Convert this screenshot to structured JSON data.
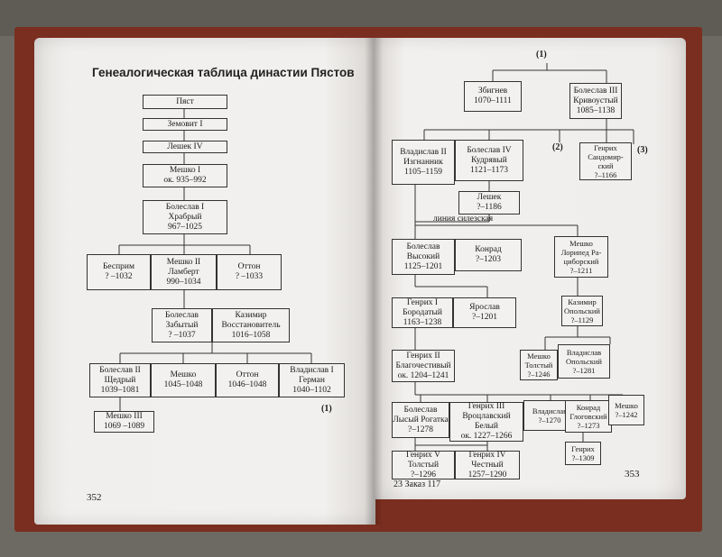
{
  "title": "Генеалогическая таблица династии Пястов",
  "page_numbers": {
    "left": "352",
    "right": "353"
  },
  "footer_right": "23 Заказ  117",
  "markers": {
    "top": "(1)",
    "left_bottom": "(1)",
    "m2": "(2)",
    "m3": "(3)"
  },
  "line_label": "линия  силезская",
  "left_boxes": [
    {
      "id": "piast",
      "lines": [
        "Пяст"
      ]
    },
    {
      "id": "zemovit",
      "lines": [
        "Земовит I"
      ]
    },
    {
      "id": "leshek4",
      "lines": [
        "Лешек IV"
      ]
    },
    {
      "id": "meshko1",
      "lines": [
        "Мешко I",
        "ок. 935–992"
      ]
    },
    {
      "id": "boleslav1",
      "lines": [
        "Болеслав I",
        "Храбрый",
        "967–1025"
      ]
    },
    {
      "id": "besprim",
      "lines": [
        "Бесприм",
        "? –1032"
      ]
    },
    {
      "id": "meshko2",
      "lines": [
        "Мешко II",
        "Ламберт",
        "990–1034"
      ]
    },
    {
      "id": "otton",
      "lines": [
        "Оттон",
        "? –1033"
      ]
    },
    {
      "id": "boleslav_z",
      "lines": [
        "Болеслав",
        "Забытый",
        "? –1037"
      ]
    },
    {
      "id": "kazimir",
      "lines": [
        "Казимир",
        "Восстановитель",
        "1016–1058"
      ]
    },
    {
      "id": "boleslav2",
      "lines": [
        "Болеслав II",
        "Щедрый",
        "1039–1081"
      ]
    },
    {
      "id": "meshko_b",
      "lines": [
        "Мешко",
        "1045–1048"
      ]
    },
    {
      "id": "otton2",
      "lines": [
        "Оттон",
        "1046–1048"
      ]
    },
    {
      "id": "vladislav1",
      "lines": [
        "Владислав I",
        "Герман",
        "1040–1102"
      ]
    },
    {
      "id": "meshko3",
      "lines": [
        "Мешко III",
        "1069 –1089"
      ]
    }
  ],
  "right_boxes": [
    {
      "id": "zbignev",
      "lines": [
        "Збигнев",
        "1070–1111"
      ]
    },
    {
      "id": "boleslav3",
      "lines": [
        "Болеслав III",
        "Кривоустый",
        "1085–1138"
      ]
    },
    {
      "id": "vladislav2",
      "lines": [
        "Владислав II",
        "Изгнанник",
        "1105–1159"
      ]
    },
    {
      "id": "boleslav4",
      "lines": [
        "Болеслав IV",
        "Кудрявый",
        "1121–1173"
      ]
    },
    {
      "id": "genrih_s",
      "lines": [
        "Генрих",
        "Сандомир-",
        "ский",
        "?–1166"
      ]
    },
    {
      "id": "leshek",
      "lines": [
        "Лешек",
        "?–1186"
      ]
    },
    {
      "id": "boleslav_v",
      "lines": [
        "Болеслав",
        "Высокий",
        "1125–1201"
      ]
    },
    {
      "id": "konrad",
      "lines": [
        "Конрад",
        "?–1203"
      ]
    },
    {
      "id": "meshko_r",
      "lines": [
        "Мешко",
        "Лорипед Ра-",
        "циборский",
        "?–1211"
      ]
    },
    {
      "id": "genrih1",
      "lines": [
        "Генрих I",
        "Бородатый",
        "1163–1238"
      ]
    },
    {
      "id": "yaroslav",
      "lines": [
        "Ярослав",
        "?–1201"
      ]
    },
    {
      "id": "kazimir_o",
      "lines": [
        "Казимир",
        "Опольский",
        "?–1129"
      ]
    },
    {
      "id": "genrih2",
      "lines": [
        "Генрих II",
        "Благочестивый",
        "ок. 1204–1241"
      ]
    },
    {
      "id": "meshko_t",
      "lines": [
        "Мешко",
        "Толстый",
        "?–1246"
      ]
    },
    {
      "id": "vladislav_o",
      "lines": [
        "Владислав",
        "Опольский",
        "?–1281"
      ]
    },
    {
      "id": "boleslav_l",
      "lines": [
        "Болеслав",
        "Лысый Рогатка",
        "?–1278"
      ]
    },
    {
      "id": "genrih3",
      "lines": [
        "Генрих III",
        "Вроцлавский",
        "Белый",
        "ок. 1227–1266"
      ]
    },
    {
      "id": "vladislav_c",
      "lines": [
        "Владислав",
        "?–1270"
      ]
    },
    {
      "id": "konrad_g",
      "lines": [
        "Конрад",
        "Глоговский",
        "?–1273"
      ]
    },
    {
      "id": "meshko_c",
      "lines": [
        "Мешко",
        "?–1242"
      ]
    },
    {
      "id": "genrih5",
      "lines": [
        "Генрих V",
        "Толстый",
        "?–1296"
      ]
    },
    {
      "id": "genrih4",
      "lines": [
        "Генрих IV",
        "Честный",
        "1257–1290"
      ]
    },
    {
      "id": "genrih_x",
      "lines": [
        "Генрих",
        "?–1309"
      ]
    }
  ]
}
